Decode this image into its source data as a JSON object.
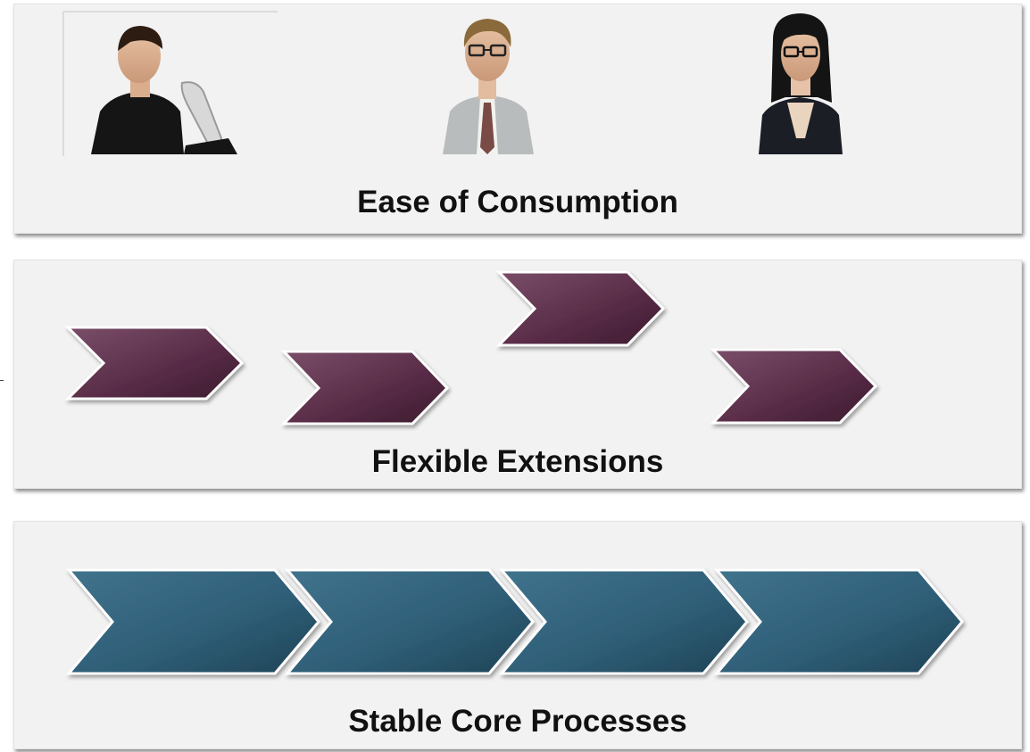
{
  "slide": {
    "top_panel": {
      "label": "Ease of Consumption",
      "people": [
        {
          "icon": "man-with-phone-photo"
        },
        {
          "icon": "man-with-glasses-photo"
        },
        {
          "icon": "woman-with-glasses-photo"
        }
      ]
    },
    "middle_panel": {
      "label": "Flexible Extensions",
      "chevron_color": "#5a2d48",
      "chevron_count": 4
    },
    "bottom_panel": {
      "label": "Stable Core Processes",
      "chevron_color": "#2f5f78",
      "chevron_count": 4
    }
  }
}
